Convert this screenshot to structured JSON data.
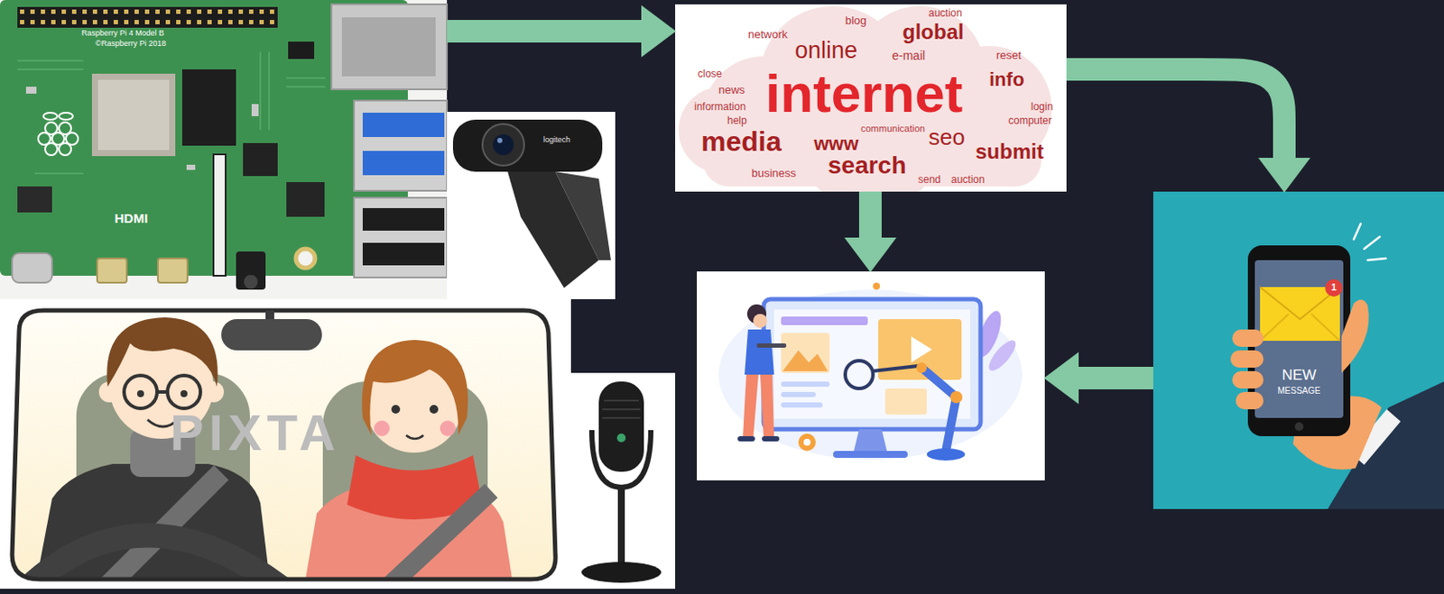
{
  "diagram": {
    "nodes": [
      {
        "text": [
          "Raspberry Pi 4 Model B",
          "©Raspberry Pi 2018",
          "HDMI"
        ]
      },
      {
        "text": [
          "auction",
          "blog",
          "global",
          "network",
          "online",
          "e-mail",
          "reset",
          "close",
          "internet",
          "info",
          "news",
          "information",
          "login",
          "help",
          "computer",
          "communication",
          "seo",
          "media",
          "www",
          "submit",
          "search",
          "business",
          "send",
          "auction"
        ]
      },
      {
        "text": [
          "1",
          "NEW",
          "MESSAGE"
        ]
      },
      {}
    ],
    "edges": [
      {
        "from": 0,
        "to": 1,
        "arrow": "to"
      },
      {
        "from": 1,
        "to": 2,
        "arrow": "to"
      },
      {
        "from": 1,
        "to": 3,
        "arrow": "to"
      },
      {
        "from": 2,
        "to": 3,
        "arrow": "to"
      }
    ],
    "labels": [
      "logitech",
      "PIXTA"
    ]
  }
}
